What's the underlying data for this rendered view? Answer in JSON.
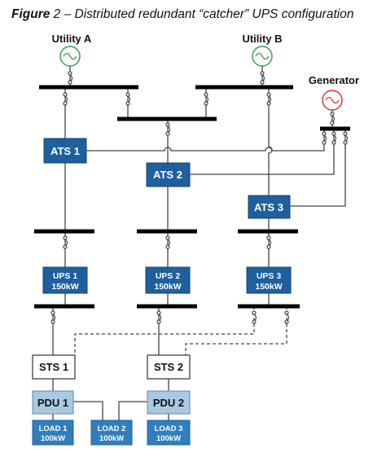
{
  "caption": {
    "prefix": "Figure",
    "number": " 2",
    "text": " – Distributed redundant “catcher” UPS configuration"
  },
  "sources": {
    "utility_a": "Utility A",
    "utility_b": "Utility B",
    "generator": "Generator"
  },
  "ats": [
    "ATS 1",
    "ATS 2",
    "ATS 3"
  ],
  "ups": [
    {
      "name": "UPS 1",
      "rating": "150kW"
    },
    {
      "name": "UPS 2",
      "rating": "150kW"
    },
    {
      "name": "UPS 3",
      "rating": "150kW"
    }
  ],
  "sts": [
    "STS 1",
    "STS 2"
  ],
  "pdu": [
    "PDU 1",
    "PDU 2"
  ],
  "loads": [
    {
      "name": "LOAD 1",
      "rating": "100kW"
    },
    {
      "name": "LOAD 2",
      "rating": "100kW"
    },
    {
      "name": "LOAD 3",
      "rating": "100kW"
    }
  ],
  "colors": {
    "ats_ups_fill": "#1f5f9e",
    "pdu_fill": "#a9c9e3",
    "load_fill": "#2f7fbf",
    "utility_symbol": "#3da04a",
    "generator_symbol": "#d83a3a",
    "bus": "#000000",
    "wire": "#444444"
  }
}
